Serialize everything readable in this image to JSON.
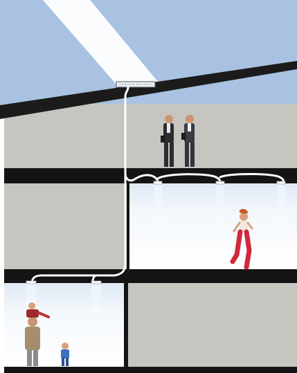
{
  "scene": {
    "kind": "daylight light-pipe building cross-section",
    "colors": {
      "sky": "#a9c2e2",
      "wall": "#c6c5c0",
      "slab": "#141414",
      "roof": "#1b1b1b",
      "pipe": "#ffffff",
      "light_glow": "#cfe0f2",
      "lit_room": "#f7fafd"
    },
    "rooms": [
      {
        "id": "top-left",
        "state": "unlit"
      },
      {
        "id": "top-right",
        "state": "unlit",
        "occupants": "two-businessmen"
      },
      {
        "id": "middle-left",
        "state": "unlit"
      },
      {
        "id": "middle-right",
        "state": "lit",
        "outlets": 3,
        "occupants": "woman-in-red-pants"
      },
      {
        "id": "bottom-left",
        "state": "lit",
        "outlets": 2,
        "occupants": "adult-with-children"
      },
      {
        "id": "bottom-right",
        "state": "unlit"
      }
    ],
    "icons": [
      "skylight-collector-icon",
      "light-pipe-icon",
      "light-diffuser-icon",
      "person-icon"
    ]
  }
}
